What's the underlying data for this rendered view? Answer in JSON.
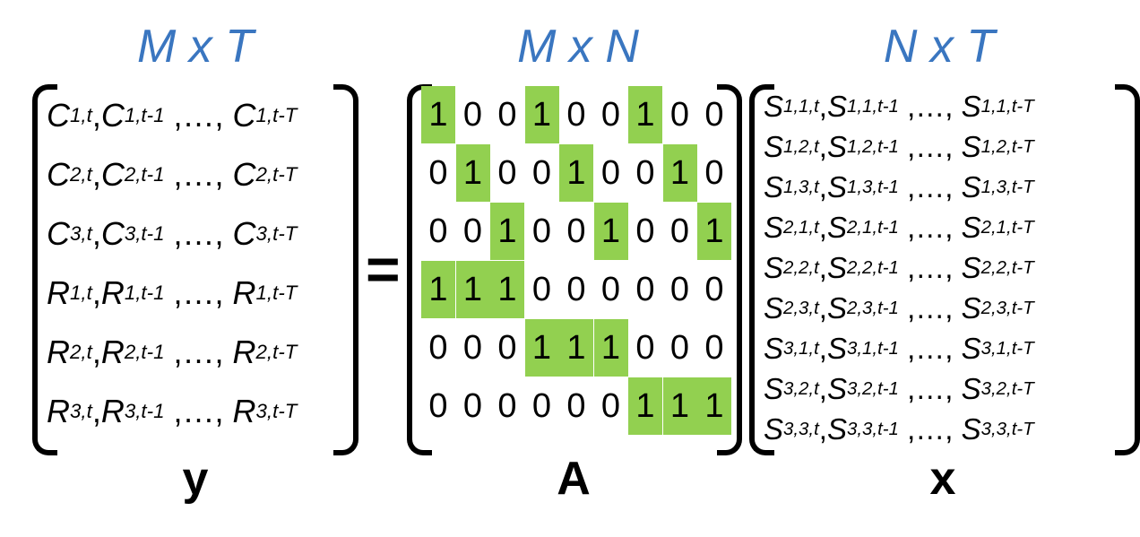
{
  "labels": {
    "y_dim": "M x T",
    "a_dim": "M x N",
    "x_dim": "N x T",
    "y_name": "y",
    "a_name": "A",
    "x_name": "x",
    "equals": "="
  },
  "y_rows": [
    {
      "v": "C",
      "s1": "1,t",
      "s2": "1,t-1",
      "s3": "1,t-T"
    },
    {
      "v": "C",
      "s1": "2,t",
      "s2": "2,t-1",
      "s3": "2,t-T"
    },
    {
      "v": "C",
      "s1": "3,t",
      "s2": "3,t-1",
      "s3": "3,t-T"
    },
    {
      "v": "R",
      "s1": "1,t",
      "s2": "1,t-1",
      "s3": "1,t-T"
    },
    {
      "v": "R",
      "s1": "2,t",
      "s2": "2,t-1",
      "s3": "2,t-T"
    },
    {
      "v": "R",
      "s1": "3,t",
      "s2": "3,t-1",
      "s3": "3,t-T"
    }
  ],
  "x_rows": [
    {
      "v": "S",
      "s1": "1,1,t",
      "s2": "1,1,t-1",
      "s3": "1,1,t-T"
    },
    {
      "v": "S",
      "s1": "1,2,t",
      "s2": "1,2,t-1",
      "s3": "1,2,t-T"
    },
    {
      "v": "S",
      "s1": "1,3,t",
      "s2": "1,3,t-1",
      "s3": "1,3,t-T"
    },
    {
      "v": "S",
      "s1": "2,1,t",
      "s2": "2,1,t-1",
      "s3": "2,1,t-T"
    },
    {
      "v": "S",
      "s1": "2,2,t",
      "s2": "2,2,t-1",
      "s3": "2,2,t-T"
    },
    {
      "v": "S",
      "s1": "2,3,t",
      "s2": "2,3,t-1",
      "s3": "2,3,t-T"
    },
    {
      "v": "S",
      "s1": "3,1,t",
      "s2": "3,1,t-1",
      "s3": "3,1,t-T"
    },
    {
      "v": "S",
      "s1": "3,2,t",
      "s2": "3,2,t-1",
      "s3": "3,2,t-T"
    },
    {
      "v": "S",
      "s1": "3,3,t",
      "s2": "3,3,t-1",
      "s3": "3,3,t-T"
    }
  ],
  "ellipsis": "…",
  "matrix_A": [
    [
      1,
      0,
      0,
      1,
      0,
      0,
      1,
      0,
      0
    ],
    [
      0,
      1,
      0,
      0,
      1,
      0,
      0,
      1,
      0
    ],
    [
      0,
      0,
      1,
      0,
      0,
      1,
      0,
      0,
      1
    ],
    [
      1,
      1,
      1,
      0,
      0,
      0,
      0,
      0,
      0
    ],
    [
      0,
      0,
      0,
      1,
      1,
      1,
      0,
      0,
      0
    ],
    [
      0,
      0,
      0,
      0,
      0,
      0,
      1,
      1,
      1
    ]
  ],
  "colors": {
    "dimension_text": "#3a76c0",
    "highlight": "#92d050"
  }
}
